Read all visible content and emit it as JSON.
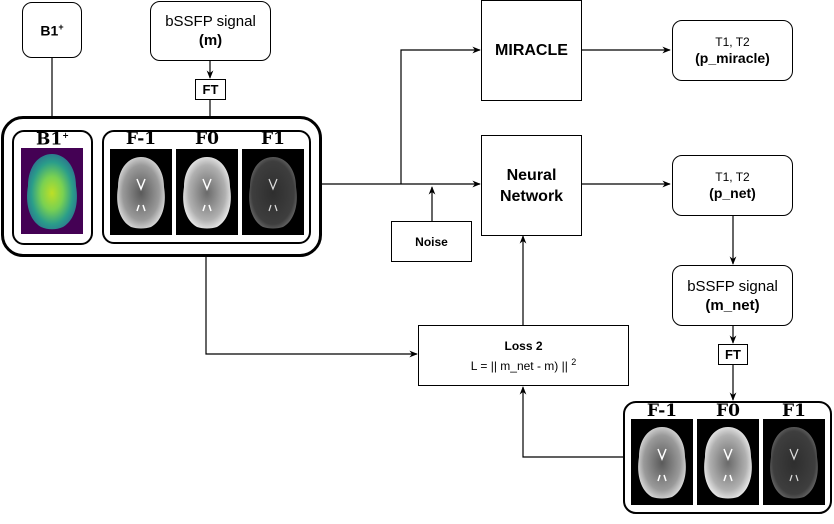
{
  "nodes": {
    "b1_input": {
      "label": "B1",
      "sup": "+"
    },
    "bssfp_input": {
      "line1": "bSSFP signal",
      "line2": "(m)"
    },
    "ft_top": {
      "label": "FT"
    },
    "miracle": {
      "label": "MIRACLE"
    },
    "p_miracle": {
      "line1": "T1, T2",
      "line2": "(p_miracle)"
    },
    "neural_network": {
      "line1": "Neural",
      "line2": "Network"
    },
    "noise": {
      "label": "Noise"
    },
    "p_net": {
      "line1": "T1, T2",
      "line2": "(p_net)"
    },
    "bssfp_net": {
      "line1": "bSSFP signal",
      "line2": "(m_net)"
    },
    "ft_bottom": {
      "label": "FT"
    },
    "loss": {
      "title": "Loss 2",
      "formula": "L = || m_net - m) || ",
      "exp": "2"
    }
  },
  "input_panel": {
    "b1_label": "B1",
    "b1_sup": "+",
    "frames": [
      "F-1",
      "F0",
      "F1"
    ]
  },
  "output_panel": {
    "frames": [
      "F-1",
      "F0",
      "F1"
    ]
  },
  "colors": {
    "b1_background": "#440154",
    "b1_mid": "#21908d",
    "b1_high": "#bddf26",
    "line": "#000000"
  }
}
